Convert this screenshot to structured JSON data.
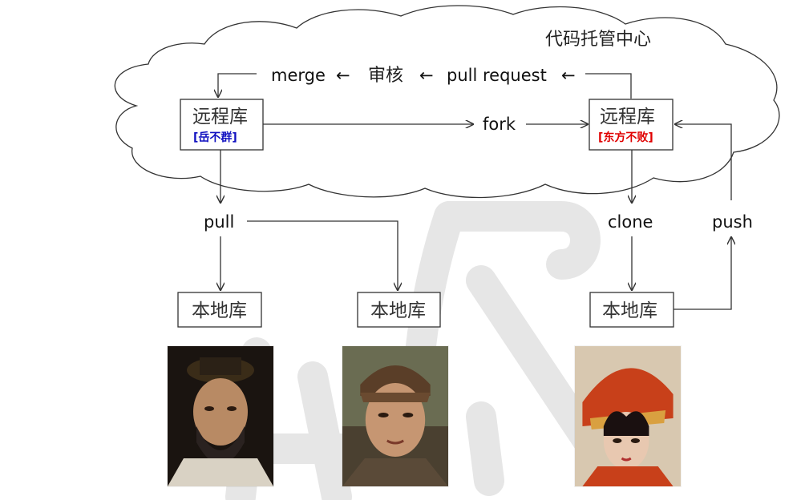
{
  "cloud": {
    "title": "代码托管中心"
  },
  "flow": {
    "merge": "merge",
    "review": "审核",
    "pull_request": "pull request",
    "fork": "fork",
    "pull": "pull",
    "clone": "clone",
    "push": "push",
    "arrow_left": "←"
  },
  "remote_left": {
    "title": "远程库",
    "owner": "[岳不群]",
    "owner_color": "#1010c0"
  },
  "remote_right": {
    "title": "远程库",
    "owner": "[东方不败]",
    "owner_color": "#e00000"
  },
  "local_repos": [
    {
      "title": "本地库"
    },
    {
      "title": "本地库"
    },
    {
      "title": "本地库"
    }
  ],
  "portraits": [
    {
      "icon": "portrait-man-bearded"
    },
    {
      "icon": "portrait-young-man"
    },
    {
      "icon": "portrait-woman"
    }
  ],
  "watermark": {
    "icon": "watermark-glyphs"
  }
}
